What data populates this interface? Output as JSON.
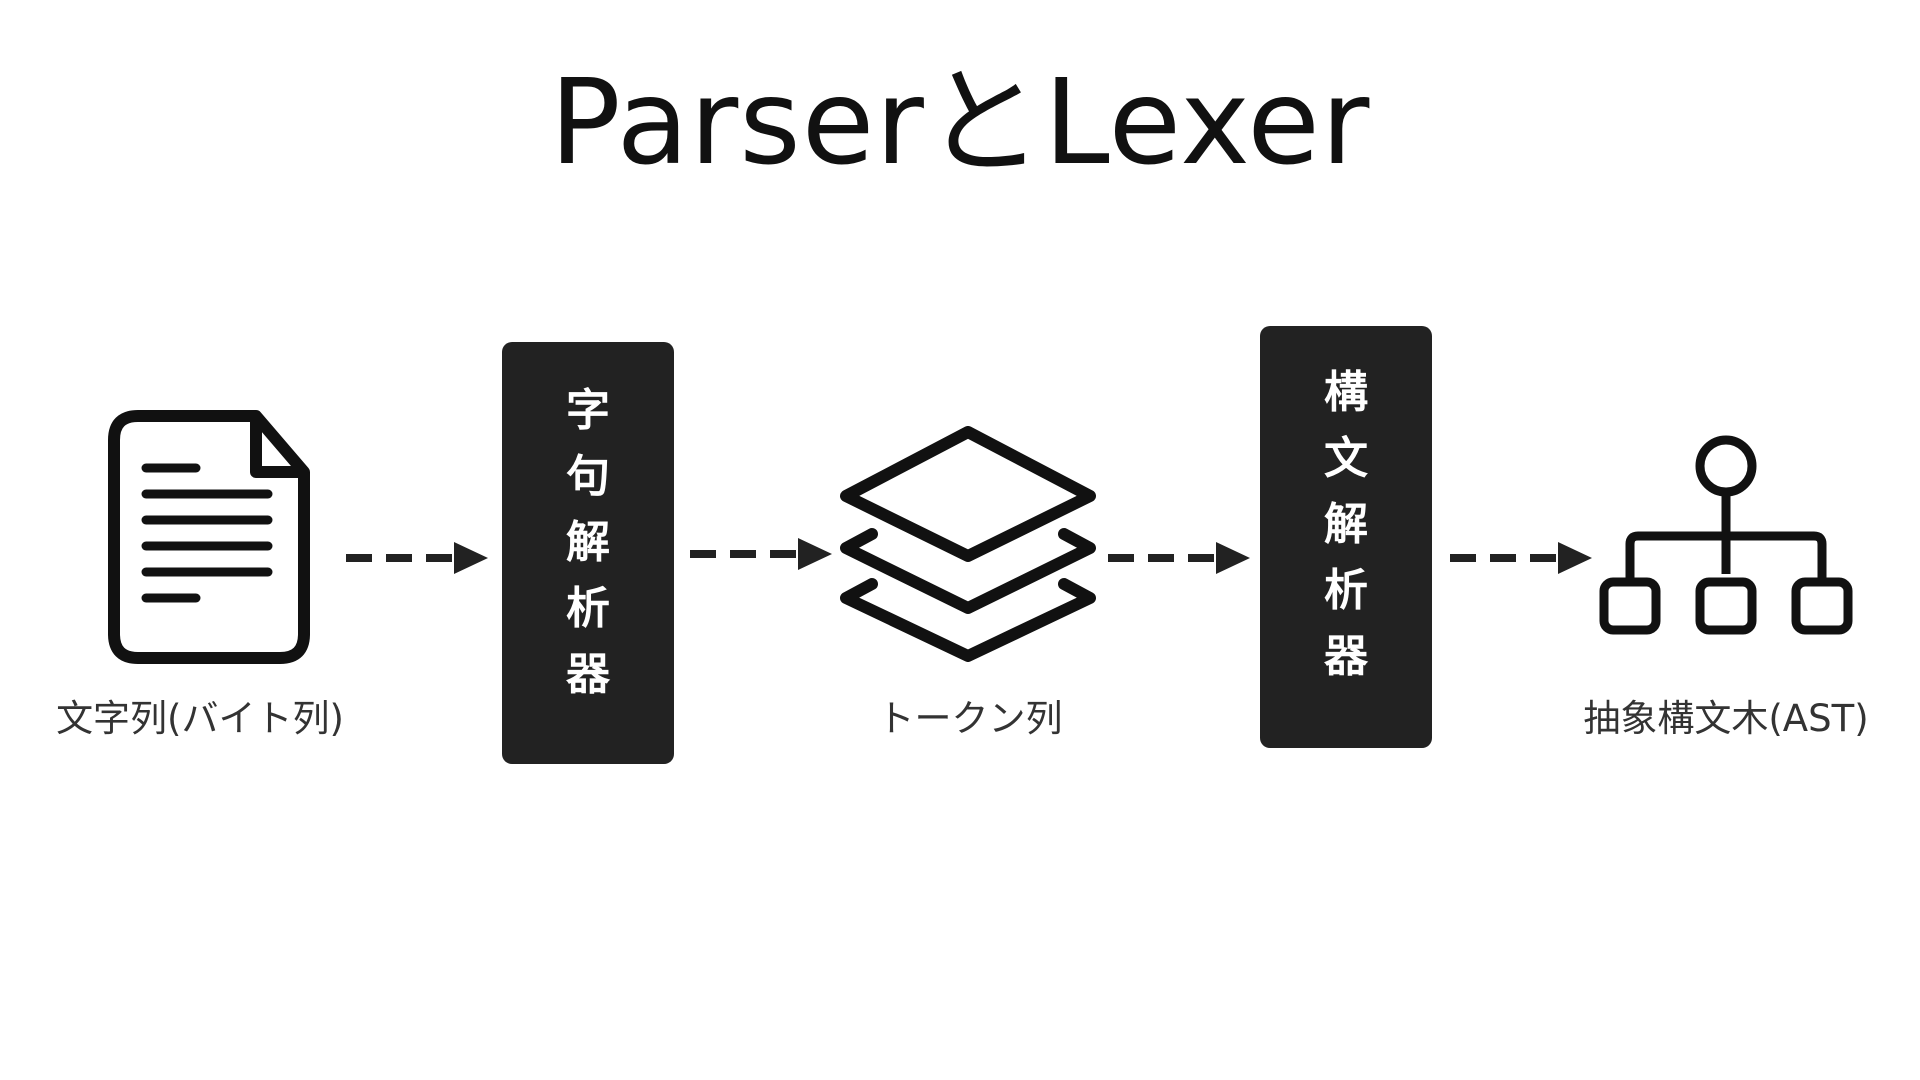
{
  "title": "ParserとLexer",
  "nodes": {
    "input": {
      "label": "文字列(バイト列)",
      "icon": "document-icon"
    },
    "lexer": {
      "chars": [
        "字",
        "句",
        "解",
        "析",
        "器"
      ]
    },
    "tokens": {
      "label": "トークン列",
      "icon": "layers-icon"
    },
    "parser": {
      "chars": [
        "構",
        "文",
        "解",
        "析",
        "器"
      ]
    },
    "output": {
      "label": "抽象構文木(AST)",
      "icon": "tree-icon"
    }
  },
  "colors": {
    "box_fill": "#222222",
    "box_text": "#ffffff",
    "stroke": "#111111",
    "arrow": "#222222",
    "label_text": "#333333"
  }
}
